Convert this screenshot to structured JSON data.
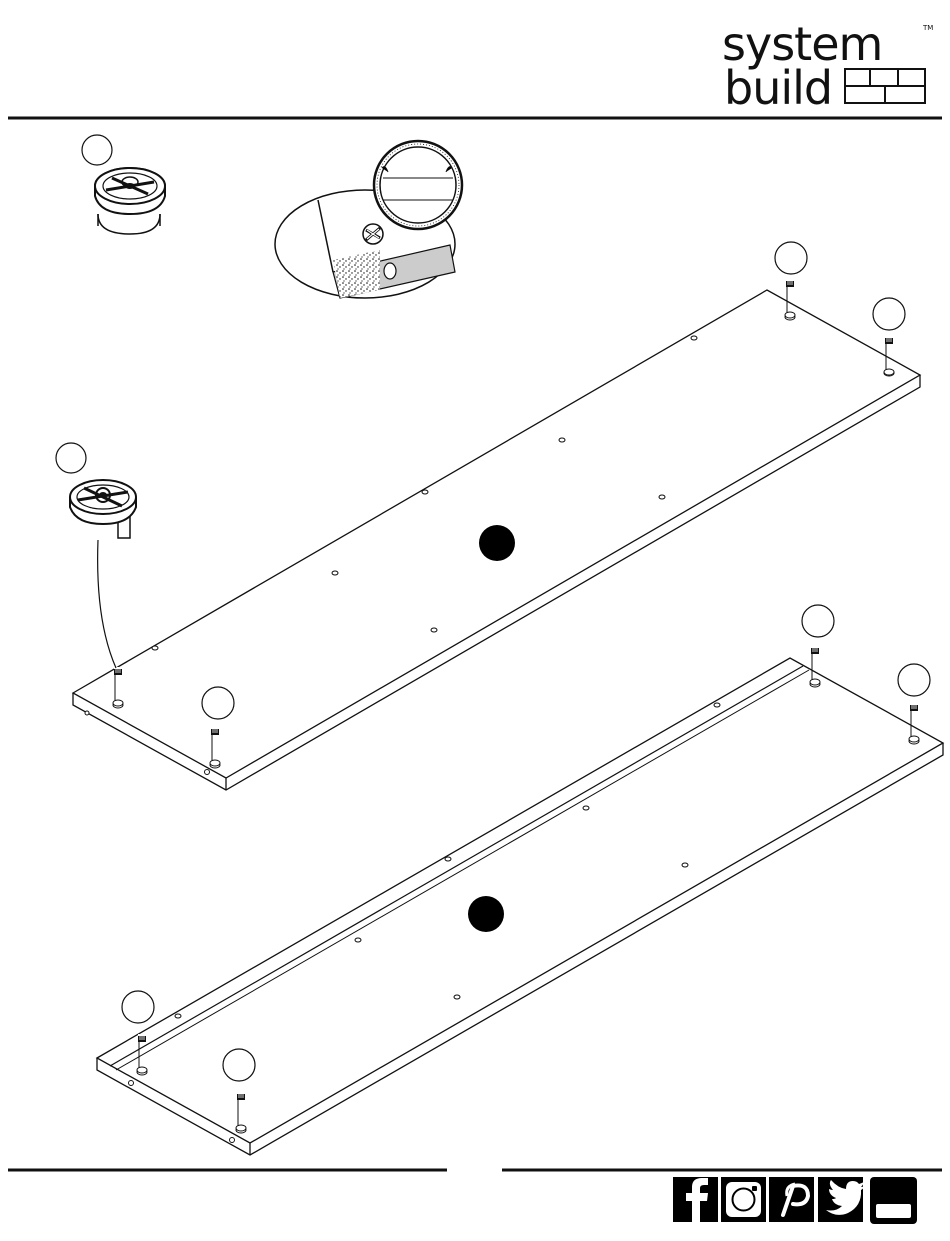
{
  "brand": {
    "line1": "system",
    "line2": "build",
    "trademark": "TM"
  },
  "social_icons": [
    {
      "name": "facebook-icon"
    },
    {
      "name": "instagram-icon"
    },
    {
      "name": "pinterest-icon"
    },
    {
      "name": "twitter-icon"
    },
    {
      "name": "youtube-icon"
    }
  ],
  "colors": {
    "ink": "#111111",
    "edge_fill": "#cccccc",
    "paper": "#ffffff"
  }
}
